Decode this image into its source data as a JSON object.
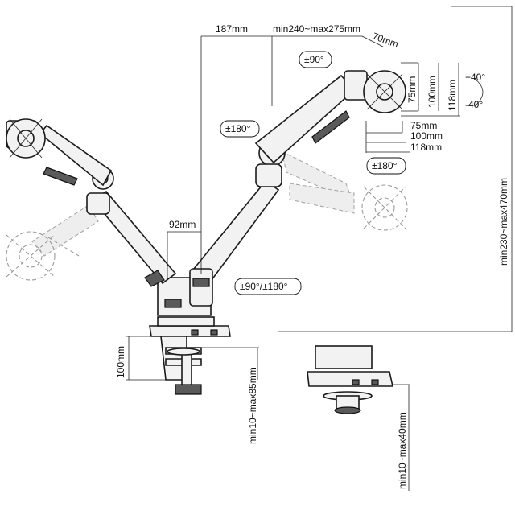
{
  "labels": {
    "arm_length": "187mm",
    "arm_extension": "min240~max275mm",
    "tilt_offset": "70mm",
    "pivot_rotation": "±90°",
    "tilt_up": "+40°",
    "tilt_down": "-40°",
    "vesa_75_v": "75mm",
    "vesa_100_v": "100mm",
    "vesa_118_v": "118mm",
    "vesa_75_h": "75mm",
    "vesa_100_h": "100mm",
    "vesa_118_h": "118mm",
    "swivel_left": "±180°",
    "swivel_right": "±180°",
    "base_offset": "92mm",
    "base_rotation": "±90°/±180°",
    "height_range": "min230~max470mm",
    "clamp_height": "100mm",
    "clamp_range": "min10~max85mm",
    "grommet_range": "min10~max40mm"
  }
}
